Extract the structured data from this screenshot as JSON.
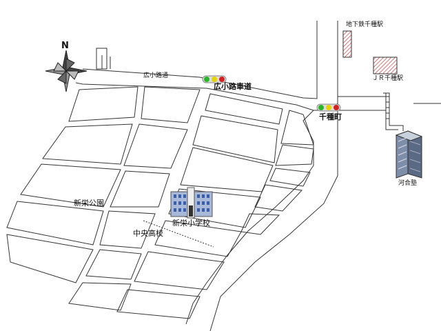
{
  "map": {
    "compass_label": "N",
    "labels": {
      "hirokoji_dori": "広小路通",
      "hirokoji_kurumamichi": "広小路車道",
      "chikatetsu_chikusa": "地下鉄千種駅",
      "jr_chikusa": "ＪＲ千種駅",
      "chikusa_machi": "千種町",
      "kawaijuku": "河合塾",
      "shinsakae_koen": "新栄公園",
      "chuo_koko": "中央高校",
      "shinsakae_shogakko": "新栄小学校"
    },
    "colors": {
      "road": "#333333",
      "hatch": "#cc3333",
      "school_wall": "#a8b8d8",
      "school_window": "#3a5fa8",
      "signal_green": "#2bb52b",
      "signal_yellow": "#e5d400",
      "signal_red": "#d42020"
    },
    "icons": {
      "compass": "compass-rose-icon",
      "signal": "traffic-signal-icon",
      "school": "school-building-icon",
      "office": "office-building-icon"
    }
  }
}
